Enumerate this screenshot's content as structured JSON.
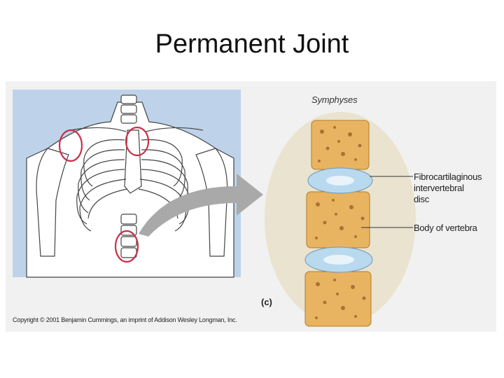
{
  "slide": {
    "title": "Permanent Joint"
  },
  "figure": {
    "panel_title": "Symphyses",
    "labels": {
      "disc": [
        "Fibrocartilaginous",
        "intervertebral",
        "disc"
      ],
      "body": "Body of vertebra"
    },
    "panel_letter": "(c)",
    "copyright": "Copyright © 2001 Benjamin Cummings, an imprint of Addison Wesley Longman, Inc.",
    "colors": {
      "skeleton_background": "#bed3ea",
      "circle_marker": "#c8324a",
      "arrow": "#a9a9a9",
      "inset_background": "#e9e3cf",
      "vertebra_bone": "#e9b462",
      "disc": "#b9d9ee"
    }
  }
}
